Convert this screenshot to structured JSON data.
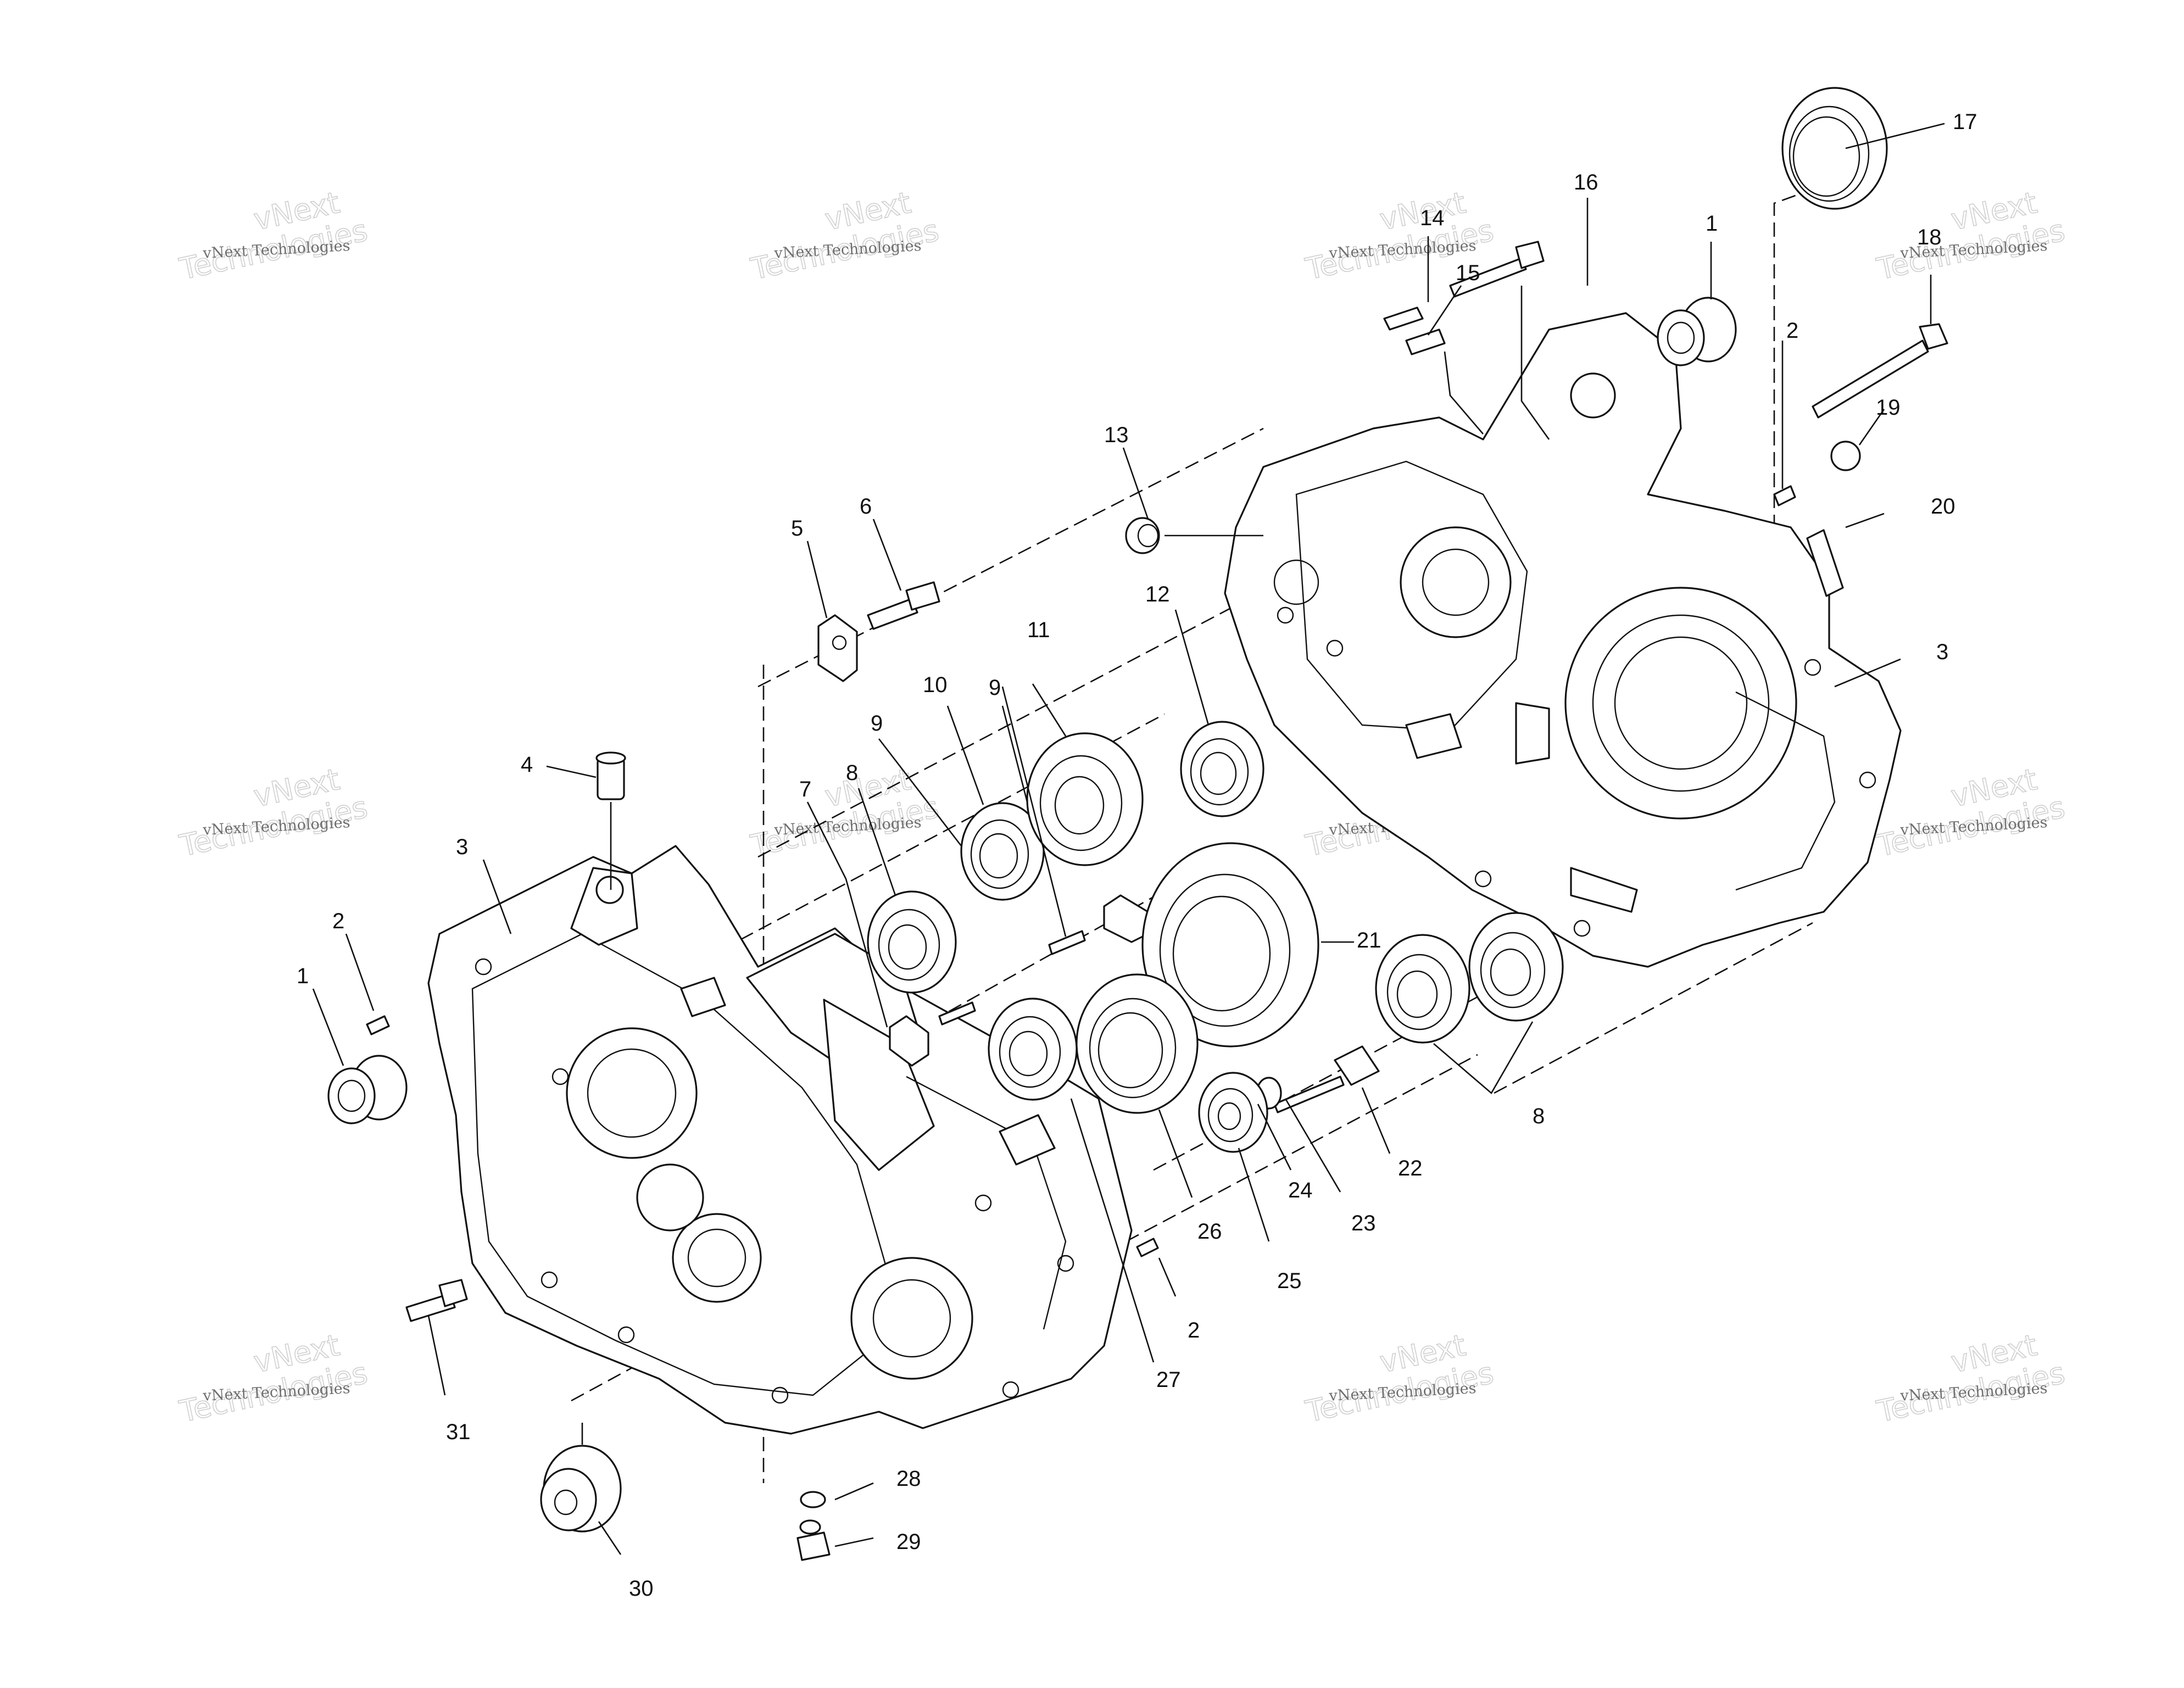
{
  "callouts": {
    "c1_left": "1",
    "c2_left": "2",
    "c3_left": "3",
    "c4": "4",
    "c5": "5",
    "c6": "6",
    "c7": "7",
    "c8_upper": "8",
    "c9_upper": "9",
    "c10": "10",
    "c11": "11",
    "c9_mid": "9",
    "c12": "12",
    "c13": "13",
    "c14": "14",
    "c15": "15",
    "c16": "16",
    "c1_right": "1",
    "c17": "17",
    "c18": "18",
    "c2_right": "2",
    "c19": "19",
    "c20": "20",
    "c3_right": "3",
    "c21": "21",
    "c8_lower": "8",
    "c22": "22",
    "c23": "23",
    "c24": "24",
    "c25": "25",
    "c26": "26",
    "c2_lower": "2",
    "c27": "27",
    "c28": "28",
    "c29": "29",
    "c30": "30",
    "c31": "31"
  },
  "watermark": {
    "line_small": "vNext Technologies",
    "big_line_1": "vNext",
    "big_line_2": "Technologies"
  }
}
